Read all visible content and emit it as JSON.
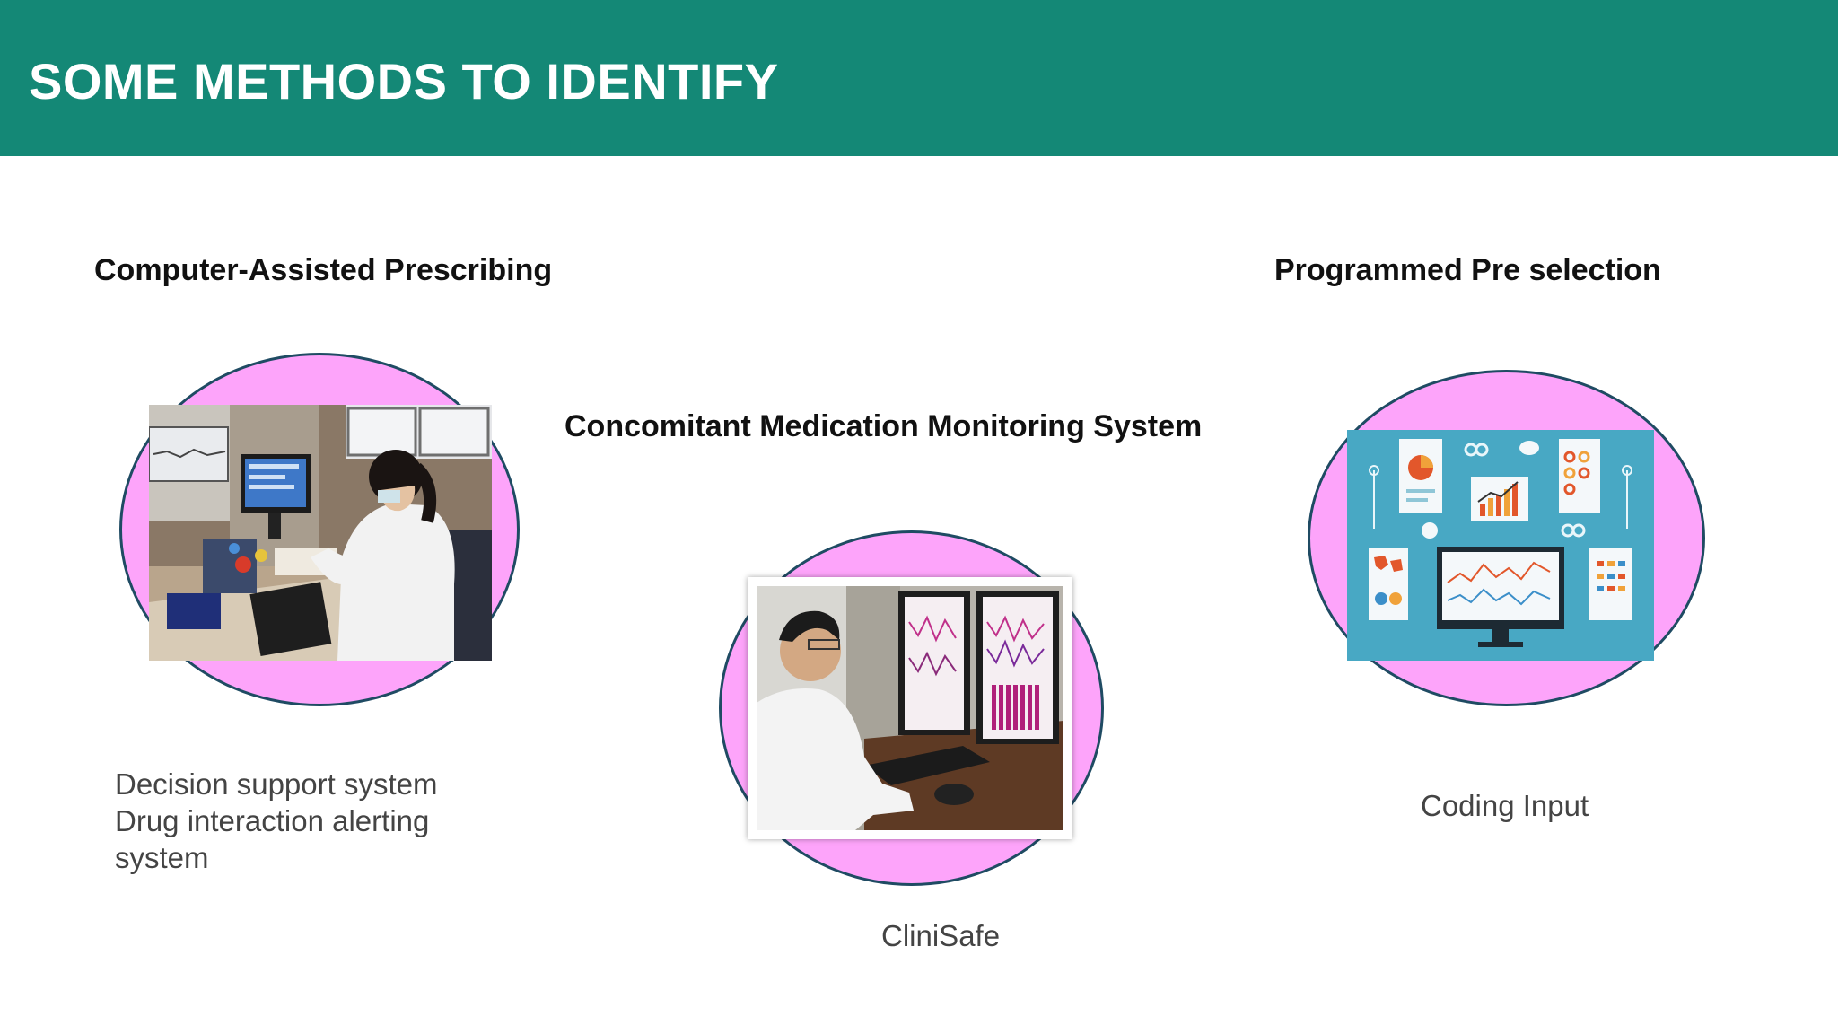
{
  "slide": {
    "title": "SOME METHODS TO IDENTIFY",
    "accent_color": "#148876",
    "oval_color": "#fda4fa"
  },
  "methods": [
    {
      "heading": "Computer-Assisted Prescribing",
      "caption_lines": [
        "Decision support system",
        "Drug interaction alerting",
        "system"
      ],
      "image": "pharmacist-at-desk-photo"
    },
    {
      "heading": "Concomitant Medication Monitoring System",
      "caption": "CliniSafe",
      "image": "doctor-at-monitors-photo"
    },
    {
      "heading": "Programmed Pre selection",
      "caption": "Coding Input",
      "image": "data-dashboard-illustration"
    }
  ]
}
